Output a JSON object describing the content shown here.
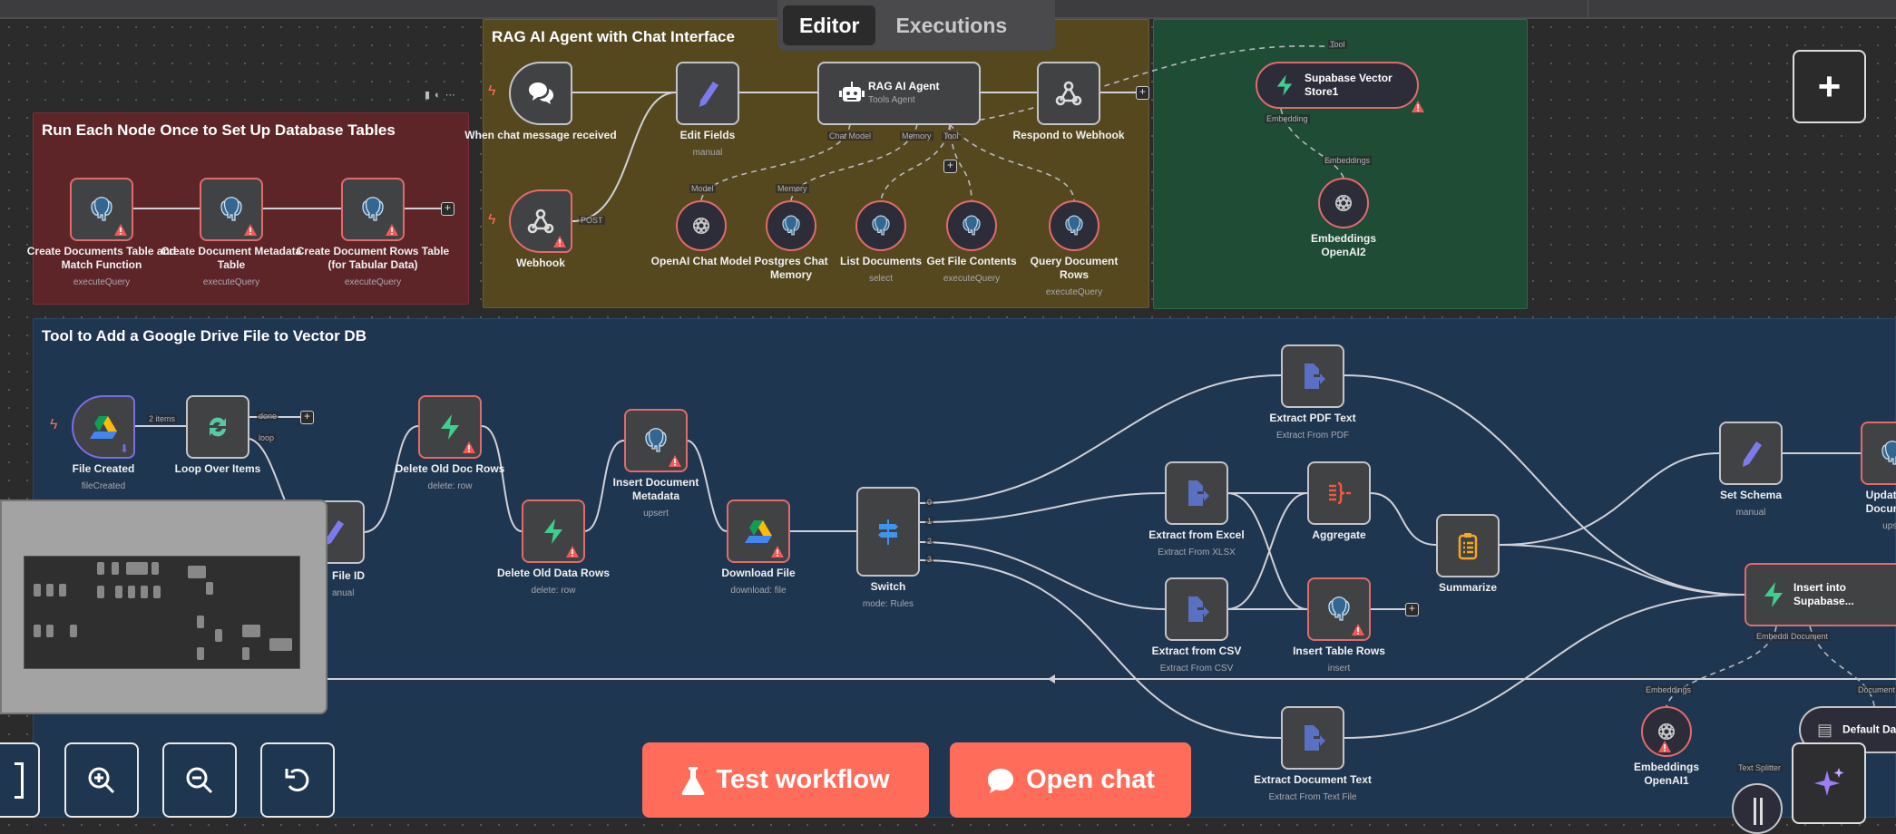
{
  "tabs": {
    "editor": "Editor",
    "executions": "Executions",
    "active": "Editor"
  },
  "colors": {
    "accent": "#ff6d5a",
    "group_setup": "#5e2529",
    "group_rag": "#55481f",
    "group_vector": "#1e4c34",
    "group_drive": "#1e3650",
    "error": "#e06b6b"
  },
  "groups": {
    "setup": {
      "title": "Run Each Node Once to Set Up Database Tables",
      "nodes": [
        {
          "name": "Create Documents Table and Match Function",
          "sub": "executeQuery"
        },
        {
          "name": "Create Document Metadata Table",
          "sub": "executeQuery"
        },
        {
          "name": "Create Document Rows Table (for Tabular Data)",
          "sub": "executeQuery"
        }
      ]
    },
    "rag": {
      "title": "RAG AI Agent with Chat Interface",
      "chat_trigger": {
        "name": "When chat message received"
      },
      "edit_fields": {
        "name": "Edit Fields",
        "sub": "manual"
      },
      "agent": {
        "name": "RAG AI Agent",
        "sub": "Tools Agent",
        "ports": [
          "Chat Model",
          "Memory",
          "Tool"
        ]
      },
      "respond": {
        "name": "Respond to Webhook"
      },
      "webhook": {
        "name": "Webhook",
        "port": "POST"
      },
      "subnodes": [
        {
          "name": "OpenAI Chat Model",
          "port": "Model"
        },
        {
          "name": "Postgres Chat Memory",
          "port": "Memory"
        },
        {
          "name": "List Documents",
          "sub": "select"
        },
        {
          "name": "Get File Contents",
          "sub": "executeQuery"
        },
        {
          "name": "Query Document Rows",
          "sub": "executeQuery"
        }
      ]
    },
    "vector": {
      "store": {
        "name": "Supabase Vector Store1",
        "port_top": "Tool",
        "port_bottom": "Embedding"
      },
      "embeddings": {
        "name": "Embeddings OpenAI2",
        "port": "Embeddings"
      }
    },
    "drive": {
      "title": "Tool to Add a Google Drive File to Vector DB",
      "nodes": {
        "file_created": {
          "name": "File Created",
          "sub": "fileCreated",
          "edge_label": "2 items"
        },
        "loop": {
          "name": "Loop Over Items",
          "out_done": "done",
          "out_loop": "loop"
        },
        "set_file_id": {
          "name": "File ID",
          "sub": "anual"
        },
        "delete_doc": {
          "name": "Delete Old Doc Rows",
          "sub": "delete: row"
        },
        "delete_data": {
          "name": "Delete Old Data Rows",
          "sub": "delete: row"
        },
        "insert_meta": {
          "name": "Insert Document Metadata",
          "sub": "upsert"
        },
        "download": {
          "name": "Download File",
          "sub": "download: file"
        },
        "switch": {
          "name": "Switch",
          "sub": "mode: Rules",
          "outputs": [
            "0",
            "1",
            "2",
            "3"
          ]
        },
        "extract_pdf": {
          "name": "Extract PDF Text",
          "sub": "Extract From PDF"
        },
        "extract_excel": {
          "name": "Extract from Excel",
          "sub": "Extract From XLSX"
        },
        "aggregate": {
          "name": "Aggregate"
        },
        "extract_csv": {
          "name": "Extract from CSV",
          "sub": "Extract From CSV"
        },
        "insert_rows": {
          "name": "Insert Table Rows",
          "sub": "insert"
        },
        "summarize": {
          "name": "Summarize"
        },
        "extract_text": {
          "name": "Extract Document Text",
          "sub": "Extract From Text File"
        },
        "set_schema": {
          "name": "Set Schema",
          "sub": "manual"
        },
        "update_schema": {
          "name": "Update Sc Document",
          "sub": "upse"
        },
        "insert_supabase": {
          "name": "Insert into Supabase...",
          "ports": "Embeddi Document"
        },
        "embeddings1": {
          "name": "Embeddings OpenAI1",
          "port": "Embeddings"
        },
        "default_data": {
          "name": "Default Da",
          "port": "Document"
        },
        "text_splitter": {
          "port": "Text Splitter"
        }
      }
    }
  },
  "canvas": {
    "test_workflow": "Test workflow",
    "open_chat": "Open chat",
    "add_node": "+"
  }
}
